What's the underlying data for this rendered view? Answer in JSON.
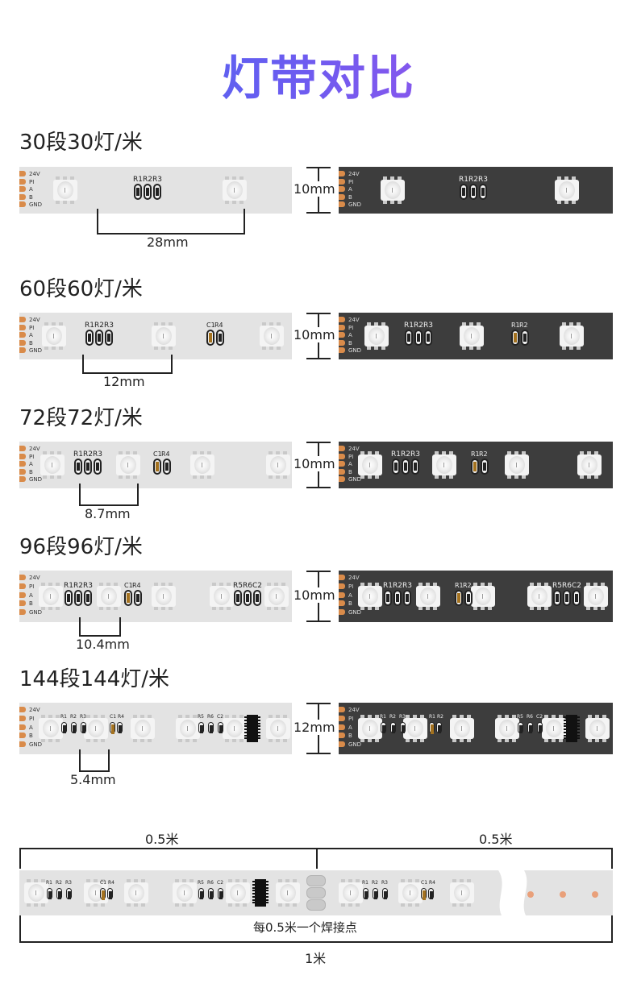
{
  "title": "灯带对比",
  "pad_labels": [
    "24V",
    "PI",
    "A",
    "B",
    "GND"
  ],
  "sections": [
    {
      "title": "30段30灯/米",
      "pitch": "28mm",
      "width": "10mm",
      "res_labels": [
        "R1",
        "R2",
        "R3"
      ],
      "cap_labels": []
    },
    {
      "title": "60段60灯/米",
      "pitch": "12mm",
      "width": "10mm",
      "res_labels": [
        "R1",
        "R2",
        "R3"
      ],
      "cap_labels": [
        "C1",
        "R4"
      ]
    },
    {
      "title": "72段72灯/米",
      "pitch": "8.7mm",
      "width": "10mm",
      "res_labels": [
        "R1",
        "R2",
        "R3"
      ],
      "cap_labels": [
        "C1",
        "R4"
      ]
    },
    {
      "title": "96段96灯/米",
      "pitch": "10.4mm",
      "width": "10mm",
      "res_labels": [
        "R1",
        "R2",
        "R3"
      ],
      "cap_labels": [
        "C1",
        "R4"
      ],
      "extra_labels": [
        "R5",
        "R6",
        "C2"
      ]
    },
    {
      "title": "144段144灯/米",
      "pitch": "5.4mm",
      "width": "12mm",
      "res_labels": [
        "R1",
        "R2",
        "R3"
      ],
      "cap_labels": [
        "C1",
        "R4"
      ],
      "extra_labels": [
        "R5",
        "R6",
        "C2"
      ]
    }
  ],
  "dark_labels": {
    "r123": [
      "R1",
      "R2",
      "R3"
    ],
    "r12": [
      "R1",
      "R2"
    ],
    "r56c2": [
      "R5",
      "R6",
      "C2"
    ]
  },
  "bottom": {
    "half_left": "0.5米",
    "half_right": "0.5米",
    "solder_note": "每0.5米一个焊接点",
    "total": "1米"
  }
}
